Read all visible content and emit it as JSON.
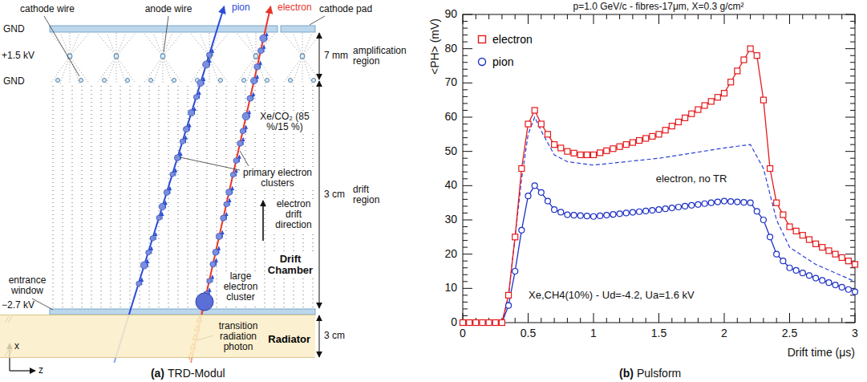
{
  "diagram": {
    "nodes": [
      {
        "text": [
          "Radiator"
        ]
      }
    ],
    "labels": [
      "cathode wire",
      "anode wire",
      "pion",
      "electron",
      "cathode pad",
      "GND",
      "+1.5 kV",
      "7 mm",
      "amplification region",
      "GND",
      "Xe/CO₂ (85 %/15 %)",
      "primary electron clusters",
      "electron drift direction",
      "3 cm",
      "drift region",
      "entrance window",
      "large electron cluster",
      "Drift Chamber",
      "−2.7 kV",
      "transition radiation photon",
      "3 cm",
      "x",
      "z",
      "(a)",
      "TRD-Modul",
      "p=1.0 GeV/c - fibres-17μm, X=0.3 g/cm²",
      "<PH> (mV)",
      "Drift time (μs)",
      "electron, no TR",
      "Xe,CH4(10%) - Ud=-4.2, Ua=1.6 kV",
      "(b)",
      "Pulsform",
      "0",
      "10",
      "20",
      "30",
      "40",
      "50",
      "60",
      "70",
      "80",
      "90",
      "0",
      "0.5",
      "1",
      "1.5",
      "2",
      "2.5",
      "3"
    ],
    "legend": [
      {
        "text": "electron"
      },
      {
        "text": "pion"
      }
    ]
  }
}
